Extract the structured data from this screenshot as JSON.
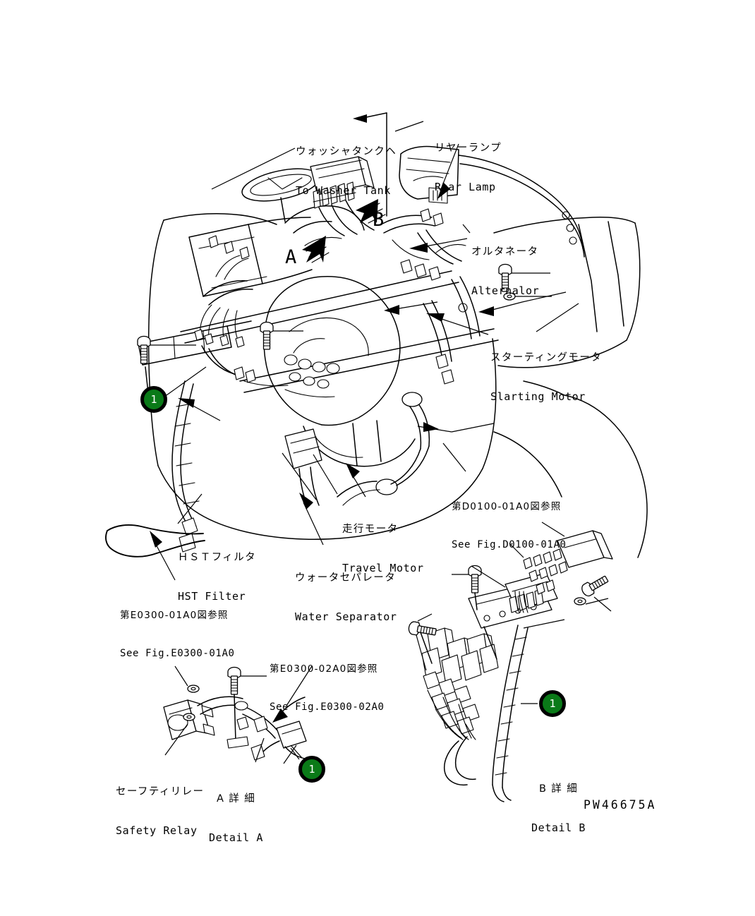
{
  "drawing": {
    "number": "PW46675A"
  },
  "section_markers": [
    {
      "letter": "A"
    },
    {
      "letter": "B"
    }
  ],
  "callouts": [
    {
      "id": "to-washer-tank",
      "jp": "ウォッシャタンクヘ",
      "en": "To Washer Tank"
    },
    {
      "id": "rear-lamp",
      "jp": "リヤーランプ",
      "en": "Rear Lamp"
    },
    {
      "id": "alternator",
      "jp": "オルタネータ",
      "en": "Alternalor"
    },
    {
      "id": "starting-motor",
      "jp": "スターティングモータ",
      "en": "Slarting Motor"
    },
    {
      "id": "travel-motor",
      "jp": "走行モータ",
      "en": "Travel Motor"
    },
    {
      "id": "hst-filter",
      "jp": "ＨＳＴフィルタ",
      "en": "HST Filter"
    },
    {
      "id": "water-separator",
      "jp": "ウォータセパレータ",
      "en": "Water Separator"
    },
    {
      "id": "safety-relay",
      "jp": "セーフティリレー",
      "en": "Safety Relay"
    }
  ],
  "references": [
    {
      "id": "ref-d0100-01a0",
      "jp": "第D0100-01A0図参照",
      "en": "See Fig.D0100-01A0"
    },
    {
      "id": "ref-e0300-01a0",
      "jp": "第E0300-01A0図参照",
      "en": "See Fig.E0300-01A0"
    },
    {
      "id": "ref-e0300-02a0",
      "jp": "第E0300-02A0図参照",
      "en": "See Fig.E0300-02A0"
    }
  ],
  "detail_views": [
    {
      "id": "detail-a",
      "jp": "A 詳 細",
      "en": "Detail A"
    },
    {
      "id": "detail-b",
      "jp": "B 詳 細",
      "en": "Detail B"
    }
  ],
  "part_badges": [
    {
      "id": "badge-main",
      "number": "1"
    },
    {
      "id": "badge-detail-b",
      "number": "1"
    },
    {
      "id": "badge-detail-a",
      "number": "1"
    }
  ],
  "colors": {
    "badge_fill": "#0a7a18",
    "badge_ring": "#000000",
    "badge_text": "#ffffff",
    "line": "#000000",
    "background": "#ffffff"
  }
}
